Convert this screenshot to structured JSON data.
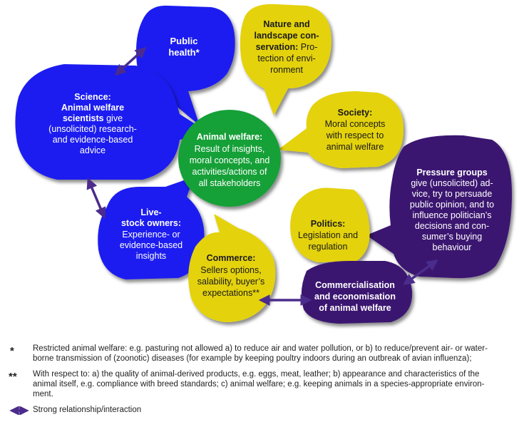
{
  "colors": {
    "blue": "#1c1cf0",
    "yellow": "#e4d20a",
    "green": "#18a038",
    "purple": "#3a1470",
    "arrow": "#4b2c8c",
    "text_dark": "#222222"
  },
  "nodes": {
    "public_health": {
      "line1": "Public",
      "line2": "health*"
    },
    "nature": {
      "line1": "Nature and",
      "line2": "landscape con-",
      "line3_bold": "servation:",
      "line3_rest": " Pro-",
      "line4": "tection of envi-",
      "line5": "ronment"
    },
    "science": {
      "line1": "Science:",
      "line2": "Animal welfare",
      "line3_bold": "scientists",
      "line3_rest": " give",
      "line4": "(unsolicited) research-",
      "line5": "and evidence-based",
      "line6": "advice"
    },
    "society": {
      "line1": "Society:",
      "line2": "Moral concepts",
      "line3": "with respect to",
      "line4": "animal welfare"
    },
    "center": {
      "line1": "Animal welfare:",
      "line2": "Result of insights,",
      "line3": "moral concepts, and",
      "line4": "activities/actions of",
      "line5": "all stakeholders"
    },
    "pressure": {
      "line1": "Pressure groups",
      "line2": "give (unsolicited) ad-",
      "line3": "vice, try to persuade",
      "line4": "public opinion, and to",
      "line5": "influence politician’s",
      "line6": "decisions and con-",
      "line7": "sumer’s buying",
      "line8": "behaviour"
    },
    "livestock": {
      "line1": "Live-",
      "line2": "stock owners:",
      "line3": "Experience- or",
      "line4": "evidence-based",
      "line5": "insights"
    },
    "politics": {
      "line1": "Politics:",
      "line2": "Legislation and",
      "line3": "regulation"
    },
    "commerce": {
      "line1": "Commerce:",
      "line2": "Sellers options,",
      "line3": "salability, buyer’s",
      "line4": "expectations**"
    },
    "commercialisation": {
      "line1": "Commercialisation",
      "line2": "and economisation",
      "line3": "of animal welfare"
    }
  },
  "footnotes": {
    "star1_mark": "*",
    "star1_line1": "Restricted animal welfare: e.g. pasturing not allowed a) to reduce air and water pollution, or b) to reduce/prevent air- or water-",
    "star1_line2": "borne transmission of (zoonotic) diseases (for example by keeping poultry indoors during an outbreak of avian influenza);",
    "star2_mark": "**",
    "star2_line1": "With respect to:  a) the quality of animal-derived products, e.g. eggs, meat, leather;  b) appearance and characteristics of the",
    "star2_line2": "animal itself, e.g. compliance with breed standards; c) animal welfare; e.g. keeping animals in a species-appropriate environ-",
    "star2_line3": "ment.",
    "legend": "Strong relationship/interaction"
  }
}
